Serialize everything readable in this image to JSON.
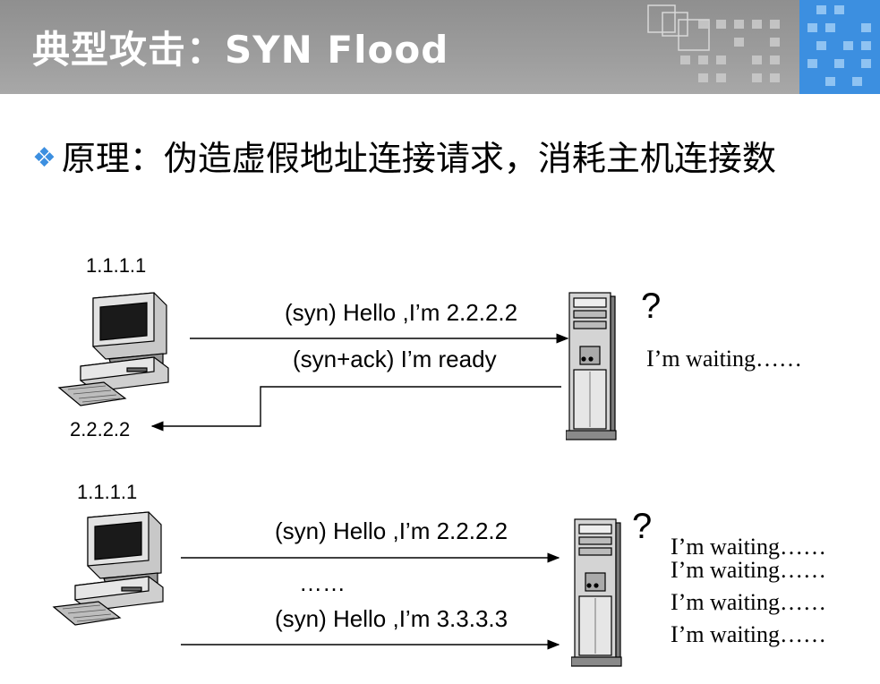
{
  "slide": {
    "title": "典型攻击：SYN Flood",
    "principle": "原理：伪造虚假地址连接请求，消耗主机连接数"
  },
  "scenario1": {
    "client_ip": "1.1.1.1",
    "spoofed_ip": "2.2.2.2",
    "syn_msg": "(syn) Hello ,I’m 2.2.2.2",
    "synack_msg": "(syn+ack) I’m ready",
    "question": "?",
    "waiting": "I’m waiting……"
  },
  "scenario2": {
    "client_ip": "1.1.1.1",
    "syn_msg_1": "(syn) Hello ,I’m 2.2.2.2",
    "ellipsis": "……",
    "syn_msg_2": "(syn) Hello ,I’m 3.3.3.3",
    "question": "?",
    "waiting": [
      "I’m waiting……",
      "I’m waiting……",
      "I’m waiting……",
      "I’m waiting……"
    ]
  },
  "colors": {
    "accent": "#3c8fe0",
    "title_bar": "#9d9d9d"
  },
  "icons": [
    "desktop-computer-icon",
    "server-tower-icon",
    "diamond-bullet-icon"
  ]
}
